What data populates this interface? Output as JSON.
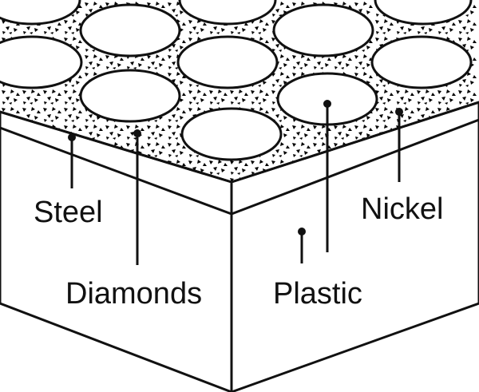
{
  "labels": {
    "steel": "Steel",
    "diamonds": "Diamonds",
    "plastic": "Plastic",
    "nickel": "Nickel"
  },
  "colors": {
    "line": "#111111",
    "background": "#ffffff"
  }
}
